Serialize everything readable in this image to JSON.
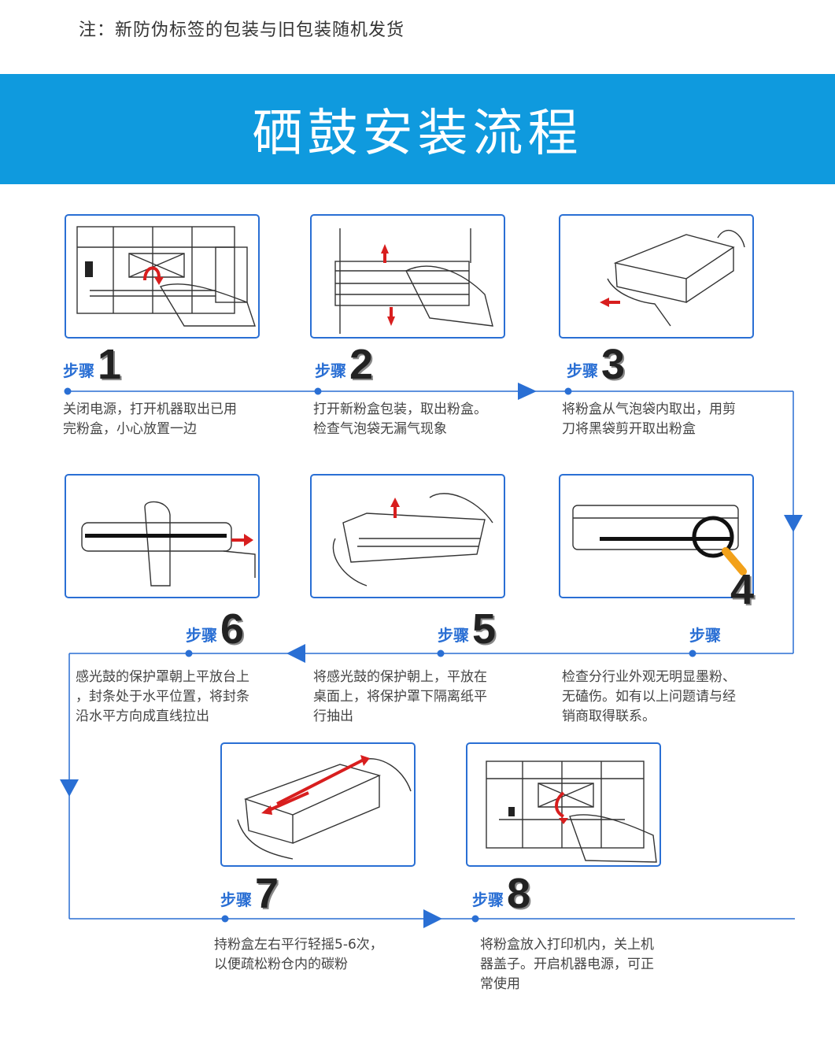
{
  "note": "注：新防伪标签的包装与旧包装随机发货",
  "title": "硒鼓安装流程",
  "step_word": "步骤",
  "accent": "#0f9ade",
  "line_color": "#2a6fd4",
  "steps": [
    {
      "num": "1",
      "desc": [
        "关闭电源，打开机器取出已用",
        "完粉盒，小心放置一边"
      ]
    },
    {
      "num": "2",
      "desc": [
        "打开新粉盒包装，取出粉盒。",
        "检查气泡袋无漏气现象"
      ]
    },
    {
      "num": "3",
      "desc": [
        "将粉盒从气泡袋内取出，用剪",
        "刀将黑袋剪开取出粉盒"
      ]
    },
    {
      "num": "4",
      "desc": [
        "检查分行业外观无明显墨粉、",
        "无磕伤。如有以上问题请与经",
        "销商取得联系。"
      ]
    },
    {
      "num": "5",
      "desc": [
        "将感光鼓的保护朝上，平放在",
        "桌面上，将保护罩下隔离纸平",
        "行抽出"
      ]
    },
    {
      "num": "6",
      "desc": [
        "感光鼓的保护罩朝上平放台上",
        "，封条处于水平位置，将封条",
        "沿水平方向成直线拉出"
      ]
    },
    {
      "num": "7",
      "desc": [
        "持粉盒左右平行轻摇5-6次，",
        "以便疏松粉仓内的碳粉"
      ]
    },
    {
      "num": "8",
      "desc": [
        "将粉盒放入打印机内，关上机",
        "器盖子。开启机器电源，可正",
        "常使用"
      ]
    }
  ]
}
